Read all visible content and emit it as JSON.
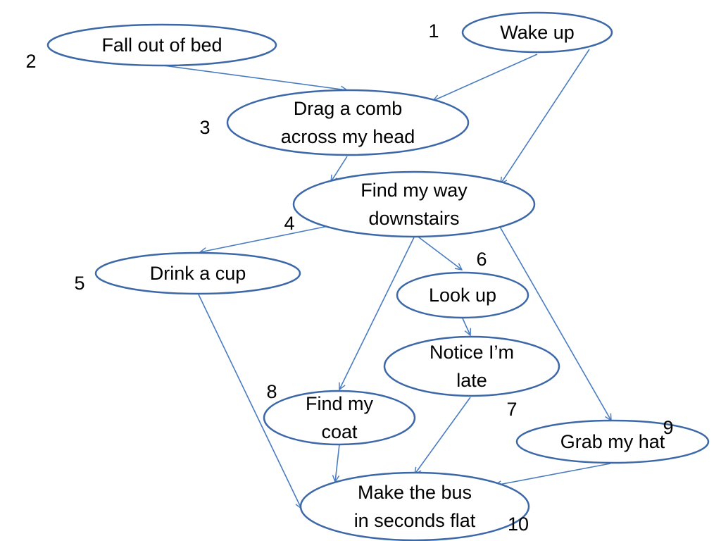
{
  "colors": {
    "node_stroke": "#3d68a8",
    "edge": "#4a7cc0"
  },
  "nodes": [
    {
      "id": "wake-up",
      "lines": [
        "Wake up"
      ],
      "number": "1"
    },
    {
      "id": "fall-out-of-bed",
      "lines": [
        "Fall out of bed"
      ],
      "number": "2"
    },
    {
      "id": "drag-a-comb",
      "lines": [
        "Drag a comb",
        "across my head"
      ],
      "number": "3"
    },
    {
      "id": "find-my-way-downstairs",
      "lines": [
        "Find my way",
        "downstairs"
      ],
      "number": "4"
    },
    {
      "id": "drink-a-cup",
      "lines": [
        "Drink a cup"
      ],
      "number": "5"
    },
    {
      "id": "look-up",
      "lines": [
        "Look up"
      ],
      "number": "6"
    },
    {
      "id": "notice-im-late",
      "lines": [
        "Notice I’m",
        "late"
      ],
      "number": "7"
    },
    {
      "id": "find-my-coat",
      "lines": [
        "Find my",
        "coat"
      ],
      "number": "8"
    },
    {
      "id": "grab-my-hat",
      "lines": [
        "Grab my hat"
      ],
      "number": "9"
    },
    {
      "id": "make-the-bus",
      "lines": [
        "Make the bus",
        "in seconds flat"
      ],
      "number": "10"
    }
  ],
  "edges": [
    {
      "from": "fall-out-of-bed",
      "to": "drag-a-comb"
    },
    {
      "from": "wake-up",
      "to": "drag-a-comb"
    },
    {
      "from": "wake-up",
      "to": "find-my-way-downstairs"
    },
    {
      "from": "drag-a-comb",
      "to": "find-my-way-downstairs"
    },
    {
      "from": "find-my-way-downstairs",
      "to": "drink-a-cup"
    },
    {
      "from": "find-my-way-downstairs",
      "to": "look-up"
    },
    {
      "from": "find-my-way-downstairs",
      "to": "find-my-coat"
    },
    {
      "from": "find-my-way-downstairs",
      "to": "grab-my-hat"
    },
    {
      "from": "look-up",
      "to": "notice-im-late"
    },
    {
      "from": "drink-a-cup",
      "to": "make-the-bus"
    },
    {
      "from": "find-my-coat",
      "to": "make-the-bus"
    },
    {
      "from": "notice-im-late",
      "to": "make-the-bus"
    },
    {
      "from": "grab-my-hat",
      "to": "make-the-bus"
    }
  ]
}
